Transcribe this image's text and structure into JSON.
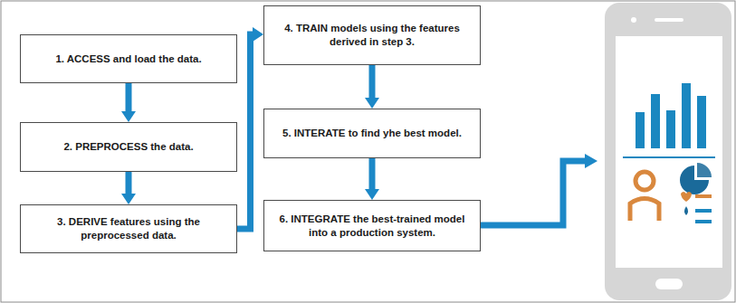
{
  "diagram": {
    "nodes": [
      {
        "text": [
          "1. ACCESS and load the data."
        ]
      },
      {
        "text": [
          "2. PREPROCESS the data."
        ]
      },
      {
        "text": [
          "3. DERIVE features using the preprocessed data."
        ]
      },
      {
        "text": [
          "4. TRAIN models using the features derived in step 3."
        ]
      },
      {
        "text": [
          "5. INTERATE to find yhe best model."
        ]
      },
      {
        "text": [
          "6. INTEGRATE the best-trained model into a production system."
        ]
      }
    ],
    "edges": [
      {
        "from": 0,
        "to": 1,
        "arrow": "to"
      },
      {
        "from": 1,
        "to": 2,
        "arrow": "to"
      },
      {
        "from": 2,
        "to": 3,
        "arrow": "to"
      },
      {
        "from": 3,
        "to": 4,
        "arrow": "to"
      },
      {
        "from": 4,
        "to": 5,
        "arrow": "to"
      }
    ]
  }
}
